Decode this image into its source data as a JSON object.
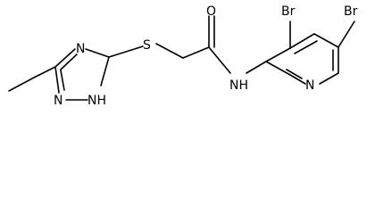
{
  "structure": {
    "atoms": {
      "br1": "Br",
      "br2": "Br",
      "s": "S",
      "o": "O",
      "n_amide": "NH",
      "n_pyridine": "N",
      "n_triazole_top": "N",
      "n_triazole_left": "N",
      "n_triazole_h": "NH",
      "h_triazole": "H"
    }
  }
}
